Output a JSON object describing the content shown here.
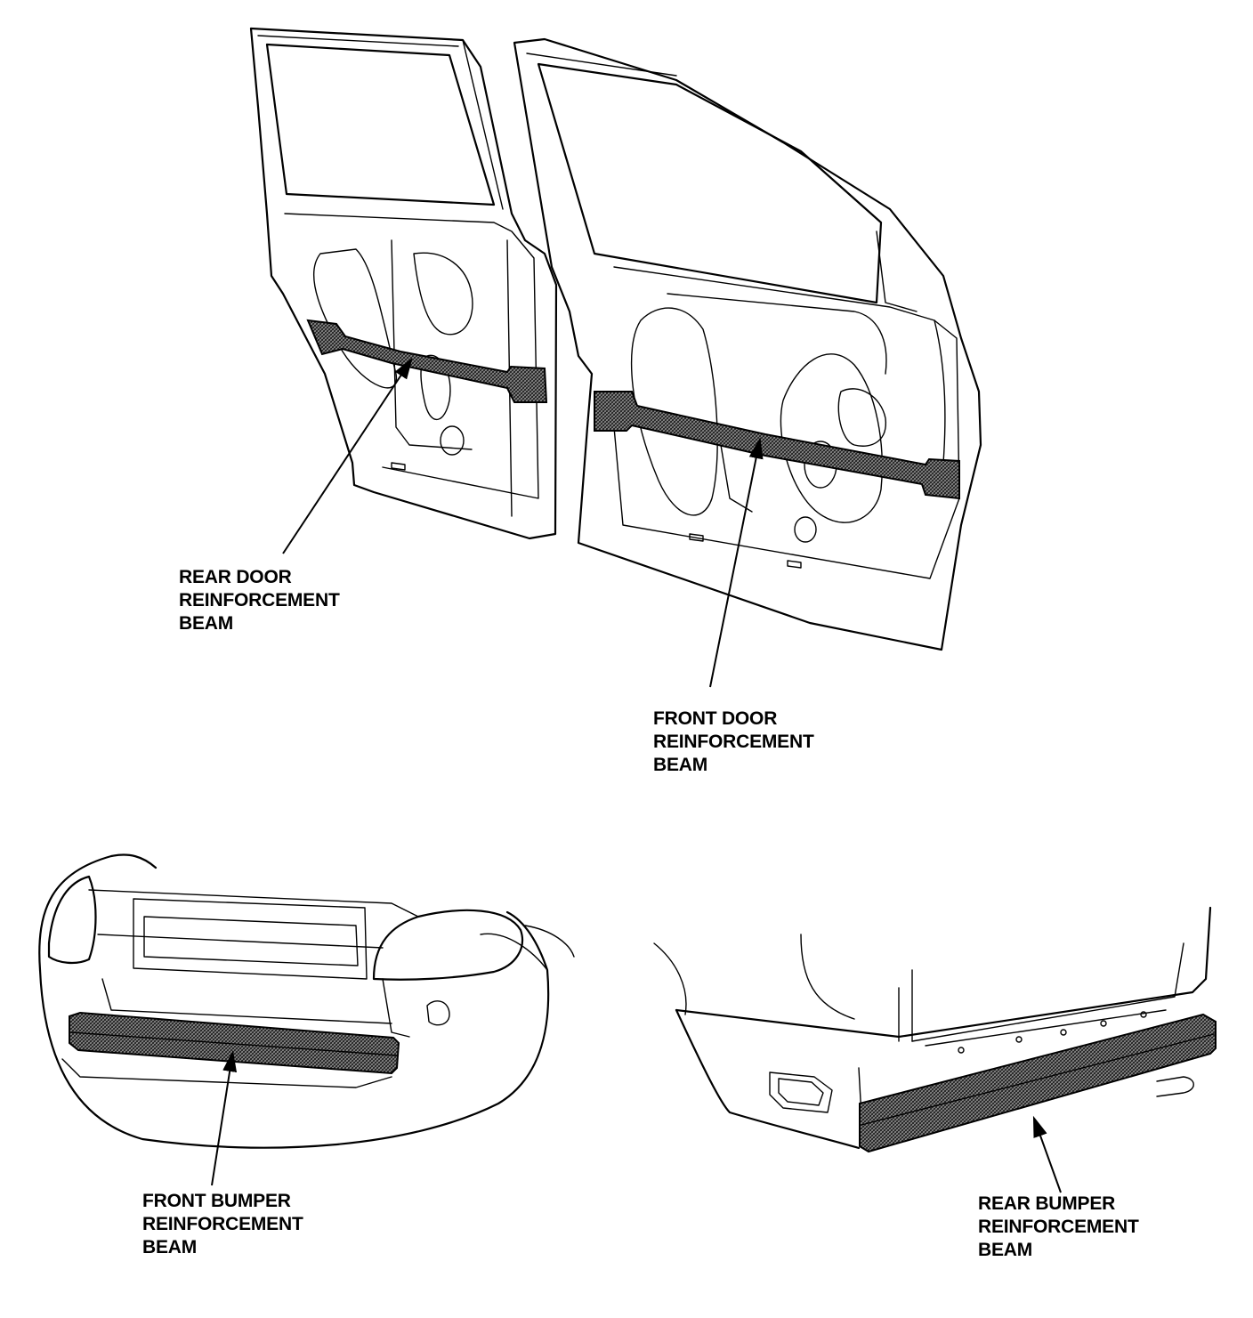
{
  "labels": {
    "rear_door": [
      "REAR DOOR",
      "REINFORCEMENT",
      "BEAM"
    ],
    "front_door": [
      "FRONT DOOR",
      "REINFORCEMENT",
      "BEAM"
    ],
    "front_bumper": [
      "FRONT BUMPER",
      "REINFORCEMENT",
      "BEAM"
    ],
    "rear_bumper": [
      "REAR BUMPER",
      "REINFORCEMENT",
      "BEAM"
    ]
  },
  "colors": {
    "ink": "#000000",
    "background": "#ffffff",
    "beam_fill": "#7a7a7a"
  }
}
